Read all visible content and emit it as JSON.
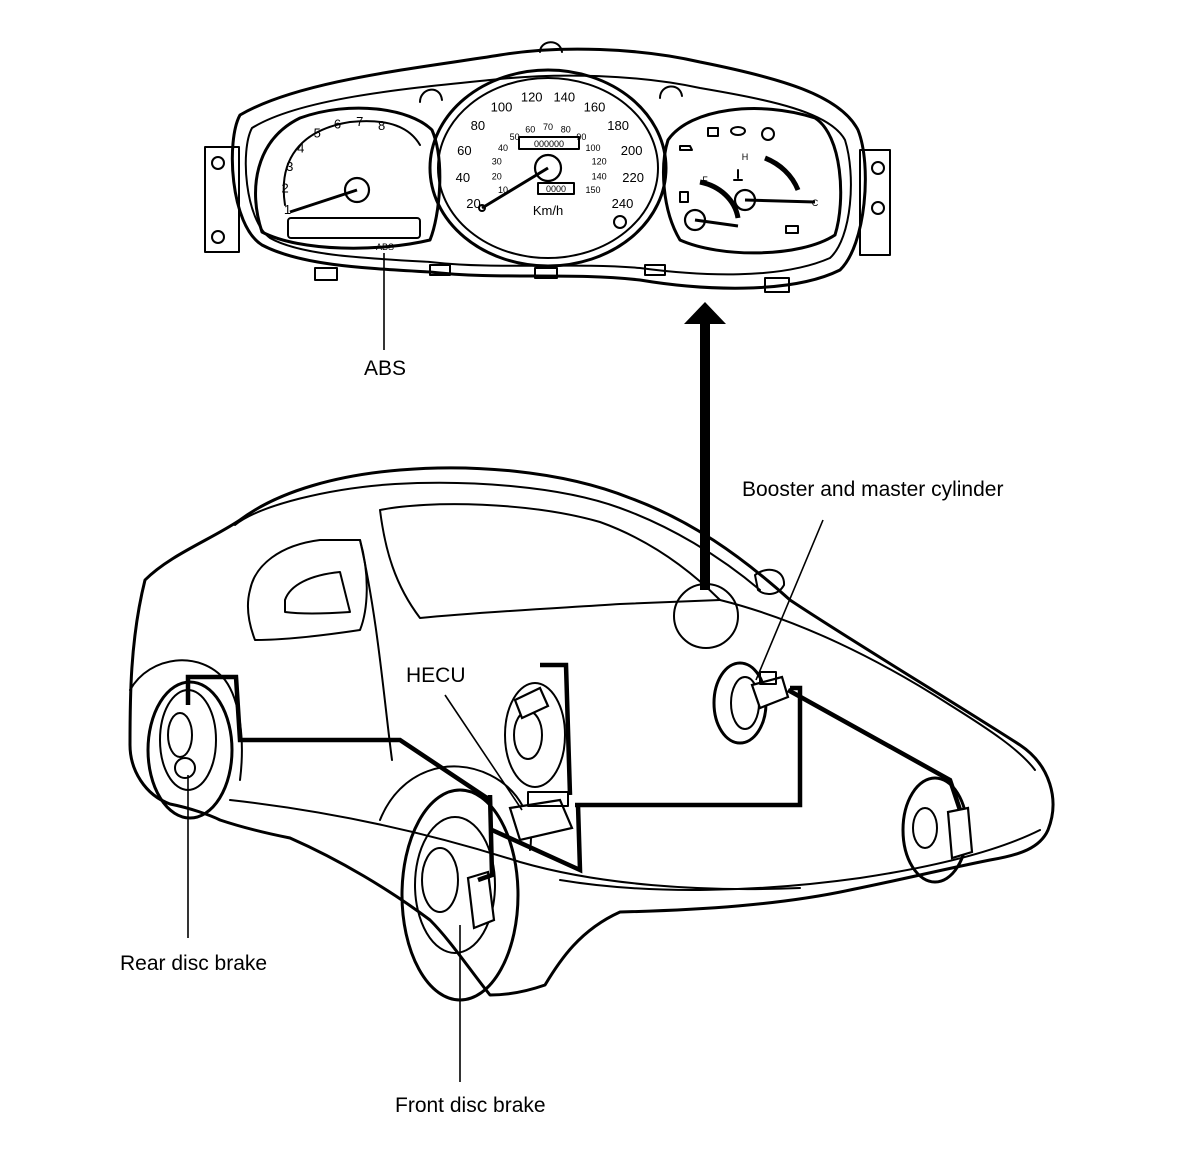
{
  "labels": {
    "abs": "ABS",
    "booster": "Booster and master cylinder",
    "hecu": "HECU",
    "rear_brake": "Rear disc brake",
    "front_brake": "Front disc brake"
  },
  "cluster": {
    "tach_ticks": [
      "1",
      "2",
      "3",
      "4",
      "5",
      "6",
      "7",
      "8"
    ],
    "speed_ticks": [
      "20",
      "40",
      "60",
      "80",
      "100",
      "120",
      "140",
      "160",
      "180",
      "200",
      "220",
      "240"
    ],
    "mph_ticks": [
      "10",
      "20",
      "30",
      "40",
      "50",
      "60",
      "70",
      "80",
      "90",
      "100",
      "120",
      "140",
      "150"
    ],
    "odometer": "000000",
    "trip": "0000",
    "speed_unit": "Km/h",
    "warning_text": "ABS",
    "fuel_full": "F",
    "temp_hot": "H",
    "temp_cold": "C"
  }
}
